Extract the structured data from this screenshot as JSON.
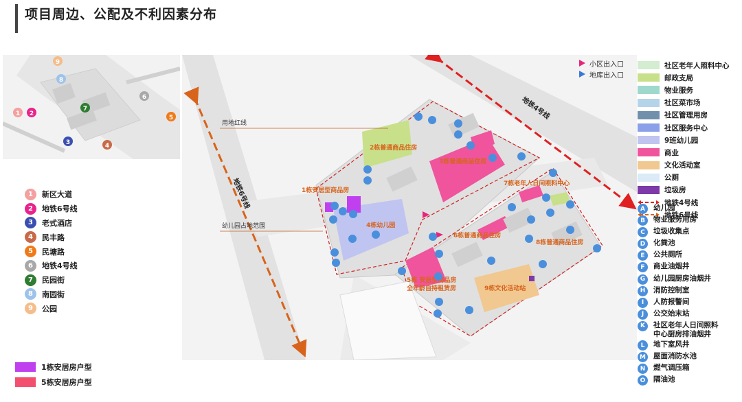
{
  "title": "项目周边、公配及不利因素分布",
  "location_legend": [
    {
      "num": "1",
      "label": "新区大道",
      "color": "#f4a0a0"
    },
    {
      "num": "2",
      "label": "地铁6号线",
      "color": "#e8248c"
    },
    {
      "num": "3",
      "label": "老式酒店",
      "color": "#3a4fb0"
    },
    {
      "num": "4",
      "label": "民丰路",
      "color": "#c86a4a"
    },
    {
      "num": "5",
      "label": "民塘路",
      "color": "#f07a18"
    },
    {
      "num": "6",
      "label": "地铁4号线",
      "color": "#a8a8a8"
    },
    {
      "num": "7",
      "label": "民园街",
      "color": "#2e7d32"
    },
    {
      "num": "8",
      "label": "南园街",
      "color": "#9ec3ea"
    },
    {
      "num": "9",
      "label": "公园",
      "color": "#f4bd8a"
    }
  ],
  "unit_legend": [
    {
      "label": "1栋安居房户型",
      "color": "#c040f0"
    },
    {
      "label": "5栋安居房户型",
      "color": "#f2506e"
    }
  ],
  "entrance_legend": [
    {
      "label": "小区出入口",
      "color": "#e8247a"
    },
    {
      "label": "地库出入口",
      "color": "#3a78d8"
    }
  ],
  "function_legend": [
    {
      "label": "社区老年人照料中心",
      "color": "#d4ecd0",
      "style": "fill"
    },
    {
      "label": "邮政支局",
      "color": "#c8e08a",
      "style": "fill"
    },
    {
      "label": "物业服务",
      "color": "#9fd8cc",
      "style": "fill"
    },
    {
      "label": "社区菜市场",
      "color": "#b4d4ea",
      "style": "fill"
    },
    {
      "label": "社区管理用房",
      "color": "#7090ac",
      "style": "fill"
    },
    {
      "label": "社区服务中心",
      "color": "#8aa0e8",
      "style": "fill"
    },
    {
      "label": "9班幼儿园",
      "color": "#c0c4f0",
      "style": "fill"
    },
    {
      "label": "商业",
      "color": "#f0549c",
      "style": "fill"
    },
    {
      "label": "文化活动室",
      "color": "#f0c890",
      "style": "fill"
    },
    {
      "label": "公厕",
      "color": "#daeaf6",
      "style": "fill"
    },
    {
      "label": "垃圾房",
      "color": "#7d3aa8",
      "style": "fill"
    },
    {
      "label": "地铁4号线",
      "color": "#e02020",
      "style": "dash-red"
    },
    {
      "label": "地铁6号线",
      "color": "#d8641c",
      "style": "dash-orange"
    }
  ],
  "facility_legend": [
    {
      "letter": "A",
      "label": "幼儿园"
    },
    {
      "letter": "B",
      "label": "物业服务用房"
    },
    {
      "letter": "C",
      "label": "垃圾收集点"
    },
    {
      "letter": "D",
      "label": "化粪池"
    },
    {
      "letter": "E",
      "label": "公共厕所"
    },
    {
      "letter": "F",
      "label": "商业油烟井"
    },
    {
      "letter": "G",
      "label": "幼儿园厨房油烟井"
    },
    {
      "letter": "H",
      "label": "消防控制室"
    },
    {
      "letter": "I",
      "label": "人防报警间"
    },
    {
      "letter": "J",
      "label": "公交始末站"
    },
    {
      "letter": "K",
      "label": "社区老年人日间照料中心厨房排油烟井"
    },
    {
      "letter": "L",
      "label": "地下室风井"
    },
    {
      "letter": "M",
      "label": "屋面消防水池"
    },
    {
      "letter": "N",
      "label": "燃气调压箱"
    },
    {
      "letter": "O",
      "label": "隔油池"
    }
  ],
  "plan_labels": {
    "metro4": "地铁4号线",
    "metro6": "地铁6号线",
    "red_line": "用地红线",
    "kindergarten_extent": "幼儿园占地范围",
    "b1": "1栋安居型商品房",
    "b2": "2栋普通商品住房",
    "b3": "3栋普通商品住房",
    "b4": "4栋幼儿园",
    "b5a": "5栋 安居型商品房",
    "b5b": "全年龄自持租赁房",
    "b6": "6栋普通商品住房",
    "b7": "7栋老年人日间照料中心",
    "b8": "8栋普通商品住房",
    "b9": "9栋文化活动站"
  }
}
